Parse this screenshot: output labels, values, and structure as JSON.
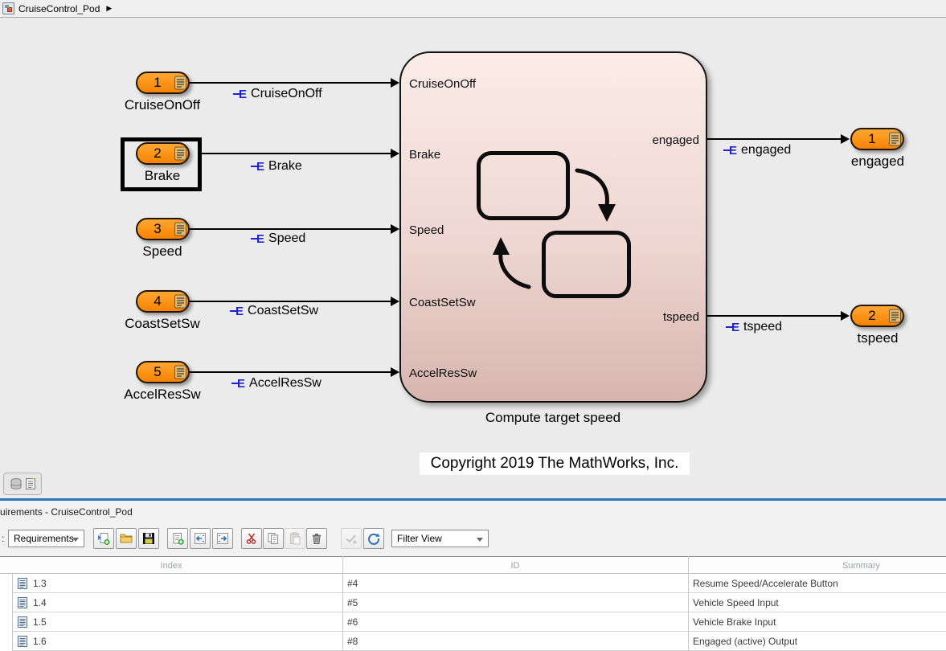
{
  "window": {
    "breadcrumb": "CruiseControl_Pod"
  },
  "icons": {
    "breadcrumb_caret": "▶",
    "combo_caret": "∨",
    "signal_glyph": "E"
  },
  "canvas": {
    "inports": [
      {
        "number": "1",
        "name": "CruiseOnOff",
        "signal": "CruiseOnOff"
      },
      {
        "number": "2",
        "name": "Brake",
        "signal": "Brake"
      },
      {
        "number": "3",
        "name": "Speed",
        "signal": "Speed"
      },
      {
        "number": "4",
        "name": "CoastSetSw",
        "signal": "CoastSetSw"
      },
      {
        "number": "5",
        "name": "AccelResSw",
        "signal": "AccelResSw"
      }
    ],
    "chart": {
      "inputs": [
        "CruiseOnOff",
        "Brake",
        "Speed",
        "CoastSetSw",
        "AccelResSw"
      ],
      "outputs": [
        "engaged",
        "tspeed"
      ],
      "name": "Compute target speed"
    },
    "outports": [
      {
        "number": "1",
        "name": "engaged",
        "signal": "engaged"
      },
      {
        "number": "2",
        "name": "tspeed",
        "signal": "tspeed"
      }
    ],
    "annotation": "Copyright 2019 The MathWorks, Inc."
  },
  "requirements": {
    "title": "uirements - CruiseControl_Pod",
    "toolbar": {
      "prefix": ":",
      "type_select": "Requirements",
      "filter_select": "Filter View",
      "button_icons": [
        "new-requirement-set-icon",
        "open-icon",
        "save-icon",
        "add-requirement-icon",
        "promote-requirement-icon",
        "demote-requirement-icon",
        "cut-icon",
        "copy-icon",
        "paste-icon",
        "delete-icon",
        "add-link-icon",
        "refresh-icon"
      ]
    },
    "table": {
      "columns": [
        "Index",
        "ID",
        "Summary"
      ],
      "rows": [
        {
          "index": "1.3",
          "id": "#4",
          "summary": "Resume Speed/Accelerate Button"
        },
        {
          "index": "1.4",
          "id": "#5",
          "summary": "Vehicle Speed Input"
        },
        {
          "index": "1.5",
          "id": "#6",
          "summary": "Vehicle Brake Input"
        },
        {
          "index": "1.6",
          "id": "#8",
          "summary": "Engaged (active) Output"
        }
      ]
    }
  },
  "colors": {
    "port_orange": "#F98900",
    "chart_gradient_top": "#FBECE8",
    "chart_gradient_bottom": "#D7B5AF",
    "signal_blue": "#2121CF",
    "panel_divider_blue": "#2D74B5",
    "canvas_gray": "#EBEBEB"
  }
}
